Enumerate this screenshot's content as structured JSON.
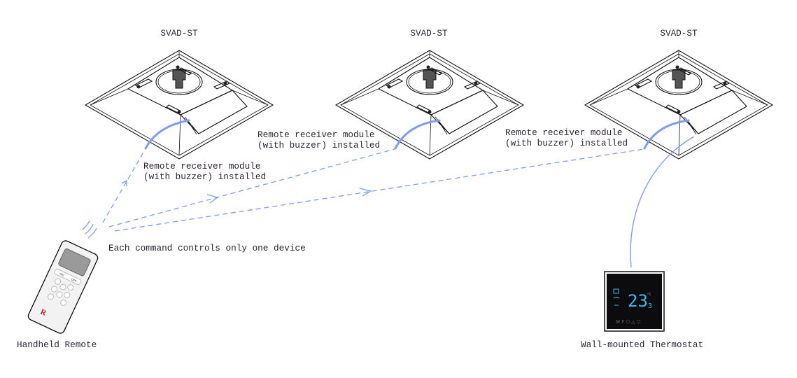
{
  "units": [
    {
      "label": "SVAD-ST",
      "module_note_line1": "Remote receiver module",
      "module_note_line2": "(with buzzer) installed"
    },
    {
      "label": "SVAD-ST",
      "module_note_line1": "Remote receiver module",
      "module_note_line2": "(with buzzer) installed"
    },
    {
      "label": "SVAD-ST",
      "module_note_line1": "Remote receiver module",
      "module_note_line2": "(with buzzer) installed"
    }
  ],
  "remote": {
    "label": "Handheld Remote",
    "note": "Each command controls only one device",
    "button_on": "ON",
    "button_off": "OFF"
  },
  "thermostat": {
    "label": "Wall-mounted Thermostat",
    "temperature": "23",
    "temperature_decimal": "3",
    "unit": "°C"
  },
  "colors": {
    "signal": "#7d9cf5",
    "lines": "#111111",
    "display": "#39b8f0"
  }
}
